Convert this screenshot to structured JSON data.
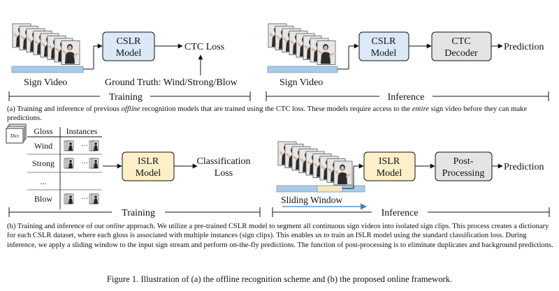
{
  "panel_a": {
    "left": {
      "box_label_line1": "CSLR",
      "box_label_line2": "Model",
      "output": "CTC Loss",
      "input_label": "Sign Video",
      "ground_truth": "Ground Truth: Wind/Strong/Blow",
      "phase": "Training"
    },
    "right": {
      "box1_line1": "CSLR",
      "box1_line2": "Model",
      "box2_line1": "CTC",
      "box2_line2": "Decoder",
      "output": "Prediction",
      "input_label": "Sign Video",
      "phase": "Inference"
    },
    "caption": {
      "part1": "(a) Training and inference of previous ",
      "em1": "offline",
      "part2": " recognition models that are trained using the CTC loss. These models require access to the ",
      "em2": "entire",
      "part3": " sign video before they can make predictions."
    }
  },
  "panel_b": {
    "dict_icon_label": "Dict",
    "table": {
      "headers": [
        "Gloss",
        "Instances"
      ],
      "rows": [
        "Wind",
        "Strong",
        "...",
        "Blow"
      ],
      "ellipsis": "···"
    },
    "left": {
      "box_line1": "ISLR",
      "box_line2": "Model",
      "output_line1": "Classification",
      "output_line2": "Loss",
      "phase": "Training"
    },
    "right": {
      "box1_line1": "ISLR",
      "box1_line2": "Model",
      "box2_line1": "Post-",
      "box2_line2": "Processing",
      "output": "Prediction",
      "window_label": "Sliding Window",
      "phase": "Inference"
    },
    "caption": {
      "part1": "(b) Training and inference of our ",
      "em1": "online",
      "part2": " approach. We utilize a pre-trained CSLR model to segment all continuous sign videos into isolated sign clips. This process creates a dictionary for each CSLR dataset, where each gloss is associated with multiple instances (sign clips). This enables us to train an ISLR model using the standard classification loss. During inference, we apply a sliding window to the input sign stream and perform on-the-fly predictions. The function of post-processing is to eliminate duplicates and background predictions."
    }
  },
  "figure_caption": "Figure 1. Illustration of (a) the offline recognition scheme and (b) the proposed online framework.",
  "colors": {
    "cslr_box": "#dbe8f6",
    "islr_box": "#fdf0c8",
    "gray_box": "#e4e4e4",
    "video_bar": "#a9cbe8",
    "window_bar": "#f4e8c2",
    "window_arrow": "#3c7fc0"
  }
}
